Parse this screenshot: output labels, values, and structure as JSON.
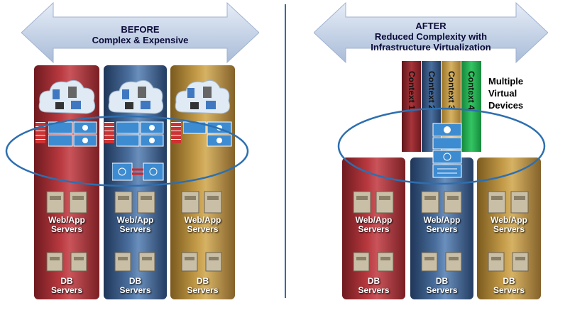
{
  "before": {
    "title_line1": "BEFORE",
    "title_line2": "Complex &  Expensive",
    "columns": [
      {
        "web_label_1": "Web/App",
        "web_label_2": "Servers",
        "db_label_1": "DB",
        "db_label_2": "Servers"
      },
      {
        "web_label_1": "Web/App",
        "web_label_2": "Servers",
        "db_label_1": "DB",
        "db_label_2": "Servers"
      },
      {
        "web_label_1": "Web/App",
        "web_label_2": "Servers",
        "db_label_1": "DB",
        "db_label_2": "Servers"
      }
    ]
  },
  "after": {
    "title_line1": "AFTER",
    "title_line2": "Reduced Complexity with",
    "title_line3": "Infrastructure Virtualization",
    "contexts": [
      "Context 1",
      "Context 2",
      "Context 3",
      "Context 4"
    ],
    "context_colors": [
      "#7a1f24",
      "#2c4a75",
      "#c9a04c",
      "#1ea84a"
    ],
    "multiple_line1": "Multiple",
    "multiple_line2": "Virtual",
    "multiple_line3": "Devices",
    "columns": [
      {
        "web_label_1": "Web/App",
        "web_label_2": "Servers",
        "db_label_1": "DB",
        "db_label_2": "Servers"
      },
      {
        "web_label_1": "Web/App",
        "web_label_2": "Servers",
        "db_label_1": "DB",
        "db_label_2": "Servers"
      },
      {
        "web_label_1": "Web/App",
        "web_label_2": "Servers",
        "db_label_1": "DB",
        "db_label_2": "Servers"
      }
    ]
  }
}
